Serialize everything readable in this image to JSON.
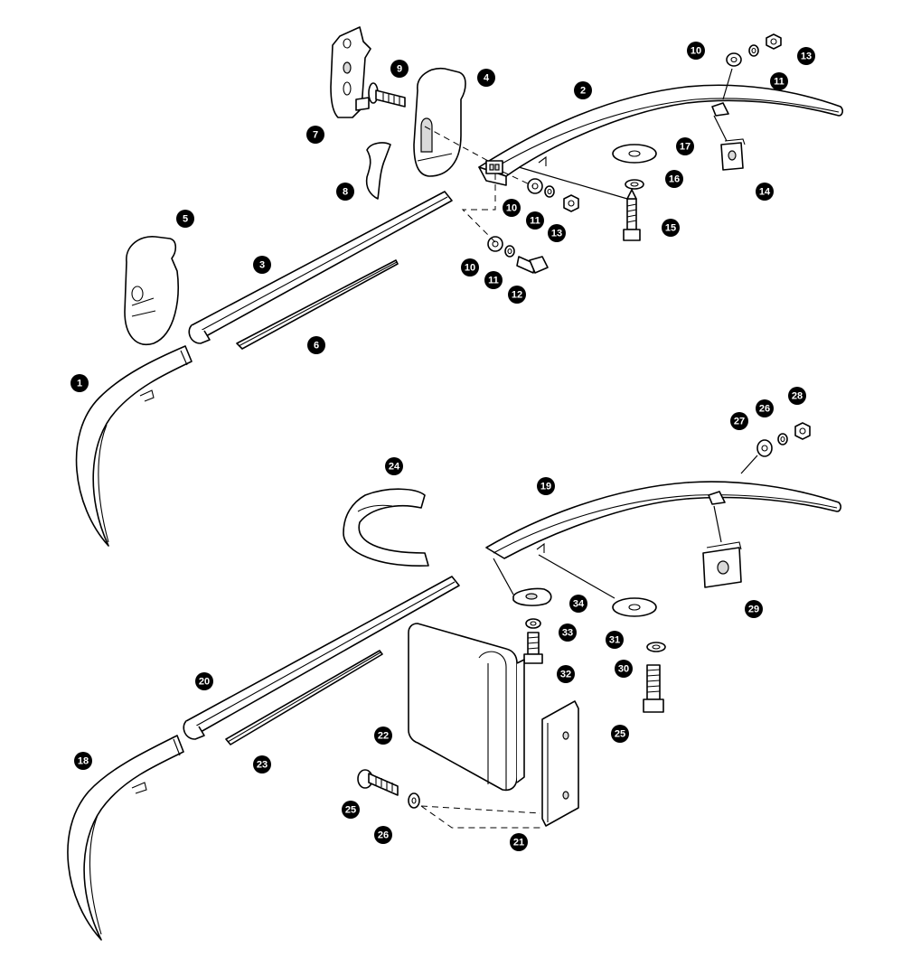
{
  "diagram": {
    "upper_assembly_callouts": [
      "1",
      "2",
      "3",
      "4",
      "5",
      "6",
      "7",
      "8",
      "9",
      "10",
      "11",
      "12",
      "13",
      "14",
      "15",
      "16",
      "17"
    ],
    "lower_assembly_callouts": [
      "18",
      "19",
      "20",
      "21",
      "22",
      "23",
      "24",
      "25",
      "26",
      "27",
      "28",
      "29",
      "30",
      "31",
      "32",
      "33",
      "34"
    ],
    "repeat_callouts": {
      "c10b": "10",
      "c11b": "11",
      "c13b": "13",
      "c10c": "10",
      "c11c": "11",
      "c25b": "25",
      "c26b": "26"
    }
  }
}
